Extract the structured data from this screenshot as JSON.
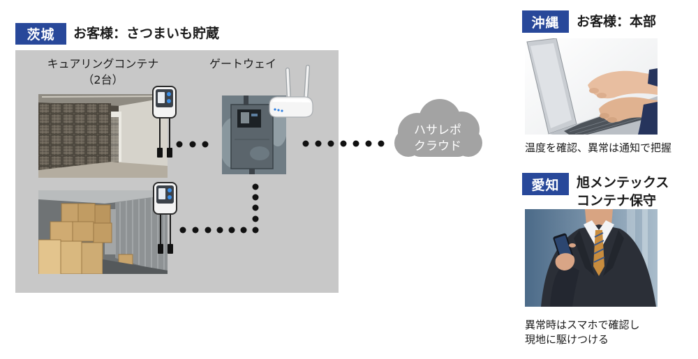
{
  "colors": {
    "tag_bg": "#28489a",
    "panel_bg": "#c8c8c8",
    "cloud_fill": "#a3a3a3",
    "connector_dot": "#111111",
    "text": "#1a1a1a"
  },
  "icons": {
    "sensor": "temperature-sensor-icon",
    "gateway": "wireless-router-icon",
    "cloud": "cloud-icon"
  },
  "ibaraki": {
    "tag": "茨城",
    "customer": "お客様：さつまいも貯蔵",
    "container_label": "キュアリングコンテナ",
    "container_count": "（2台）",
    "gateway_label": "ゲートウェイ"
  },
  "cloud": {
    "line1": "ハサレポ",
    "line2": "クラウド"
  },
  "okinawa": {
    "tag": "沖縄",
    "customer": "お客様：本部",
    "caption": "温度を確認、異常は通知で把握"
  },
  "aichi": {
    "tag": "愛知",
    "company_line1": "旭メンテックス",
    "company_line2": "コンテナ保守",
    "caption_line1": "異常時はスマホで確認し",
    "caption_line2": "現地に駆けつける"
  }
}
